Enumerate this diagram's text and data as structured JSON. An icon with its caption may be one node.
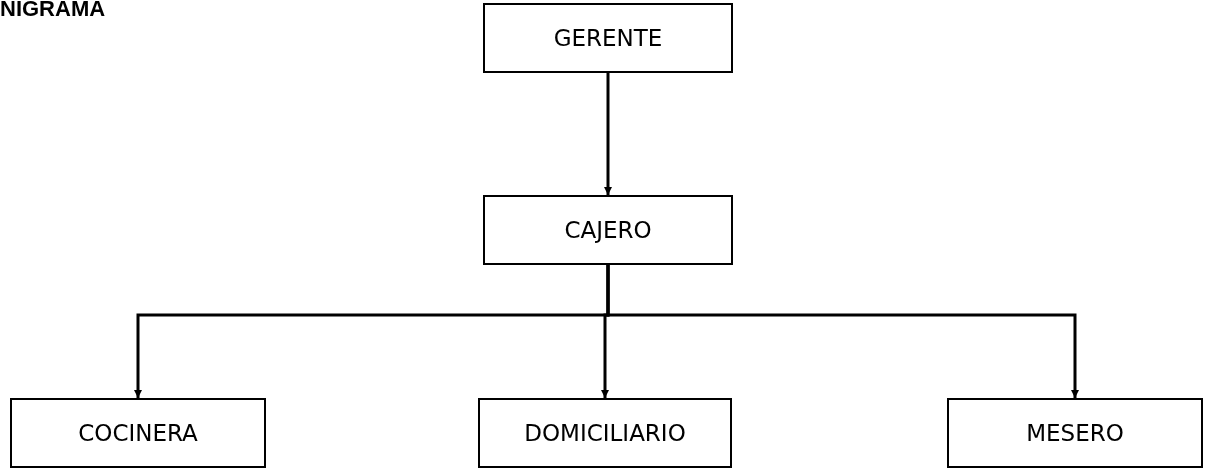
{
  "diagram": {
    "title": "NIGRAMA",
    "nodes": [
      {
        "text": [
          "GERENTE"
        ]
      },
      {
        "text": [
          "CAJERO"
        ]
      },
      {
        "text": [
          "COCINERA"
        ]
      },
      {
        "text": [
          "DOMICILIARIO"
        ]
      },
      {
        "text": [
          "MESERO"
        ]
      }
    ],
    "edges": [
      {
        "from": 0,
        "to": 1,
        "arrow": "to"
      },
      {
        "from": 1,
        "to": 2,
        "arrow": "to"
      },
      {
        "from": 1,
        "to": 3,
        "arrow": "to"
      },
      {
        "from": 1,
        "to": 4,
        "arrow": "to"
      }
    ]
  }
}
